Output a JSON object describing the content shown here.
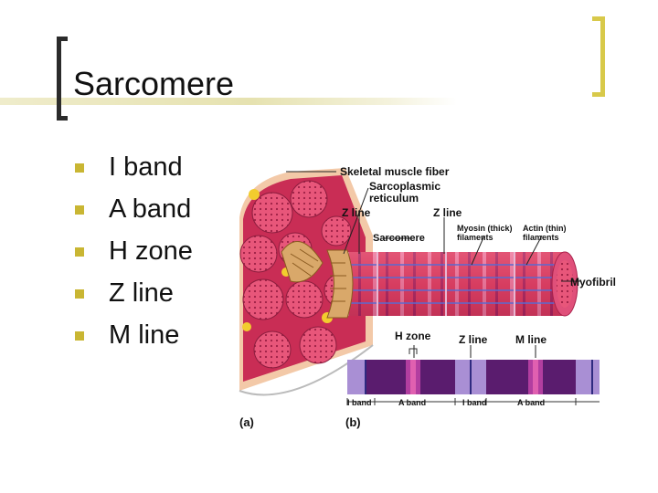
{
  "slide": {
    "title": "Sarcomere",
    "bullets": [
      {
        "label": "I band"
      },
      {
        "label": "A band"
      },
      {
        "label": "H zone"
      },
      {
        "label": "Z line"
      },
      {
        "label": "M line"
      }
    ]
  },
  "figure": {
    "labels": {
      "skeletal_muscle_fiber": "Skeletal muscle fiber",
      "sarcoplasmic_reticulum_1": "Sarcoplasmic",
      "sarcoplasmic_reticulum_2": "reticulum",
      "z_line_left": "Z line",
      "z_line_right": "Z line",
      "sarcomere": "Sarcomere",
      "myosin_1": "Myosin (thick)",
      "myosin_2": "filaments",
      "actin_1": "Actin (thin)",
      "actin_2": "filaments",
      "myofibril": "Myofibril",
      "h_zone": "H zone",
      "z_line_bottom": "Z line",
      "m_line": "M line",
      "band_i_1": "I band",
      "band_a_1": "A band",
      "band_i_2": "I band",
      "band_a_2": "A band",
      "panel_a": "(a)",
      "panel_b": "(b)"
    },
    "colors": {
      "fiber_pink": "#e8567a",
      "myofibril_red": "#d84060",
      "sarcomere_purple": "#5a1c6e",
      "h_zone_pink": "#e060b0",
      "i_band_lavender": "#a98fd4",
      "yellow_fat": "#f2cc2e",
      "tan_tubule": "#d9a86a"
    }
  }
}
